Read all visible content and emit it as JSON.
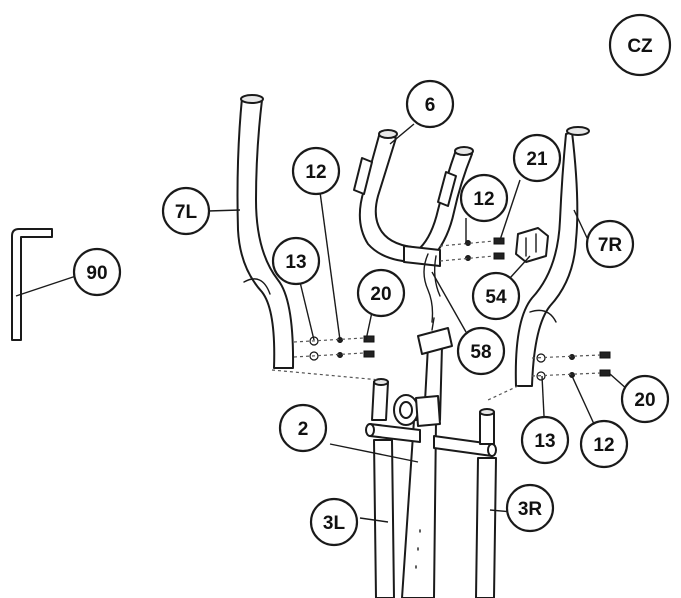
{
  "badge": {
    "text": "CZ"
  },
  "callouts": {
    "c6": "6",
    "c7L": "7L",
    "c7R": "7R",
    "c12a": "12",
    "c12b": "12",
    "c12c": "12",
    "c13a": "13",
    "c13b": "13",
    "c20a": "20",
    "c20b": "20",
    "c21": "21",
    "c54": "54",
    "c58": "58",
    "c90": "90",
    "c2": "2",
    "c3L": "3L",
    "c3R": "3R"
  }
}
